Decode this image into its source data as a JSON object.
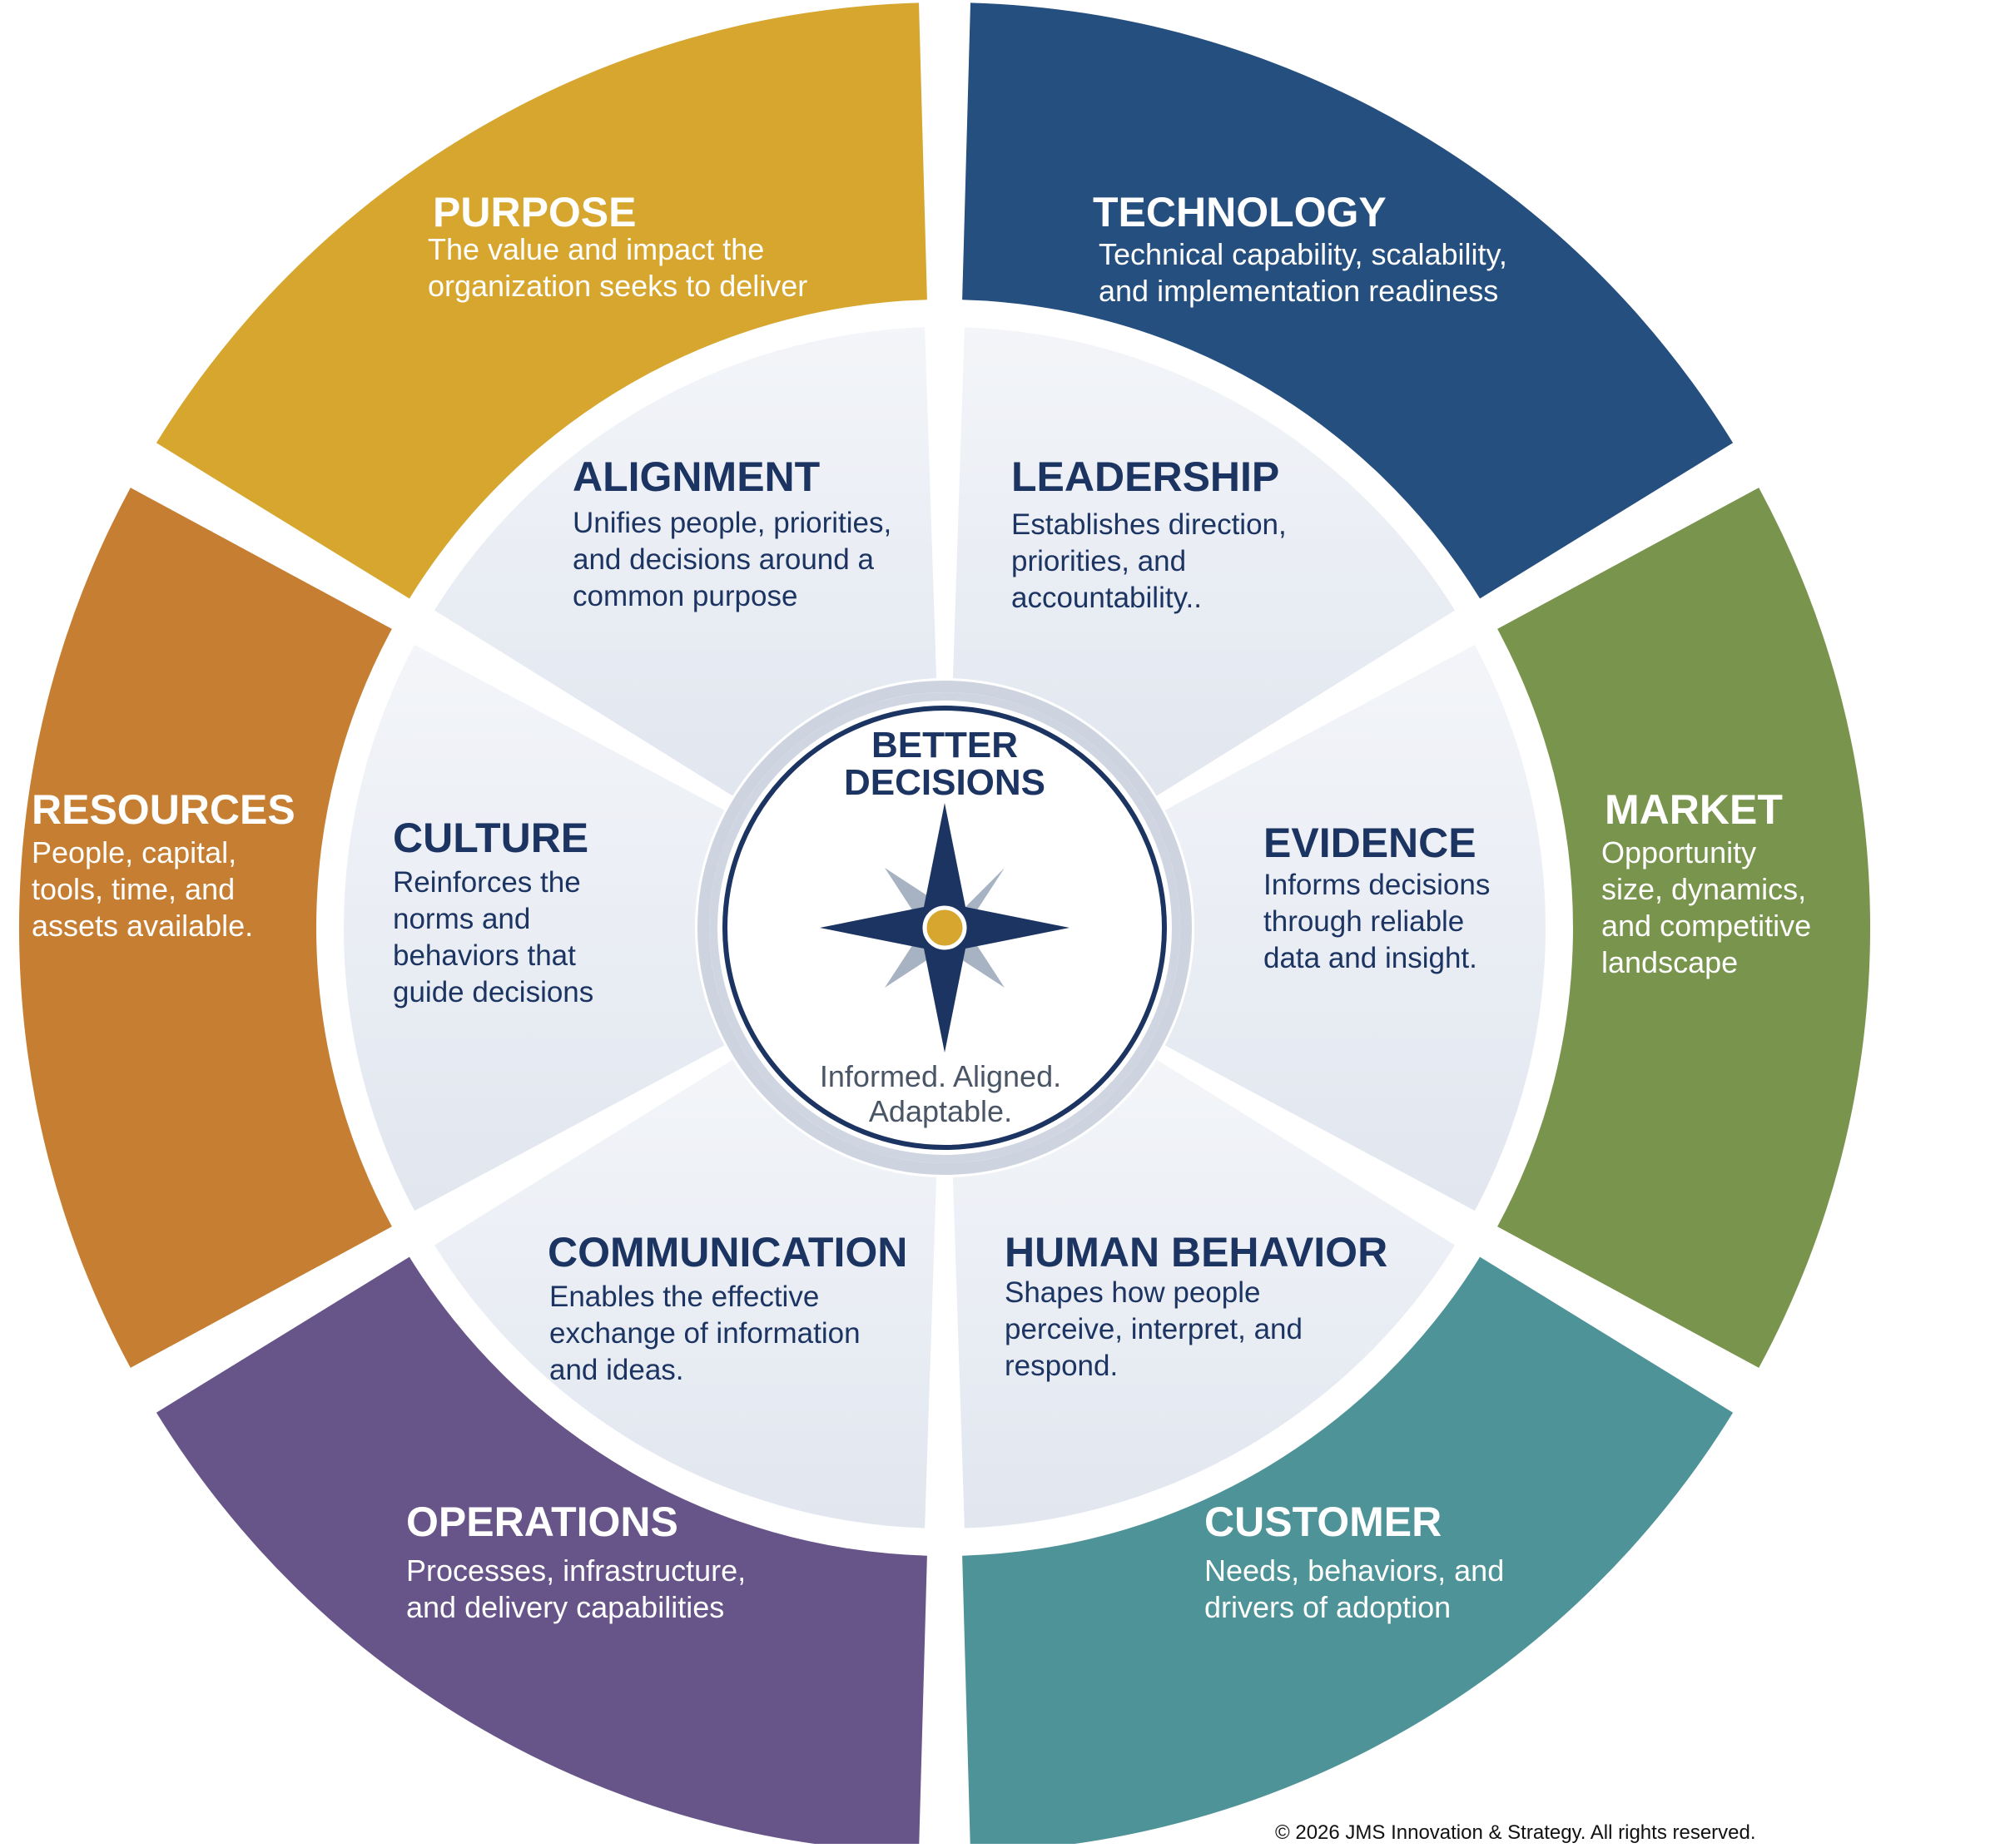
{
  "colors": {
    "purpose": "#d6a62f",
    "technology": "#254f7f",
    "market": "#79944d",
    "customer": "#4e9397",
    "operations": "#675589",
    "resources": "#c67f32",
    "inner_light": "#f3f5f9",
    "inner_dark": "#e1e6ef",
    "navy": "#1c3461",
    "gold": "#d6a62f",
    "star_secondary": "#a7b3c2"
  },
  "outer_segments": [
    {
      "title": "PURPOSE",
      "desc": [
        "The value and impact the",
        "organization seeks to deliver"
      ]
    },
    {
      "title": "TECHNOLOGY",
      "desc": [
        "Technical capability, scalability,",
        "and implementation readiness"
      ]
    },
    {
      "title": "MARKET",
      "desc": [
        "Opportunity",
        "size, dynamics,",
        "and competitive",
        "landscape"
      ]
    },
    {
      "title": "CUSTOMER",
      "desc": [
        "Needs, behaviors, and",
        "drivers of adoption"
      ]
    },
    {
      "title": "OPERATIONS",
      "desc": [
        "Processes, infrastructure,",
        "and delivery capabilities"
      ]
    },
    {
      "title": "RESOURCES",
      "desc": [
        "People, capital,",
        "tools, time, and",
        "assets available."
      ]
    }
  ],
  "inner_segments": [
    {
      "title": "ALIGNMENT",
      "desc": [
        "Unifies people, priorities,",
        "and decisions around a",
        "common purpose"
      ]
    },
    {
      "title": "LEADERSHIP",
      "desc": [
        "Establishes direction,",
        "priorities, and",
        "accountability.."
      ]
    },
    {
      "title": "EVIDENCE",
      "desc": [
        "Informs decisions",
        "through reliable",
        "data and insight."
      ]
    },
    {
      "title": "HUMAN BEHAVIOR",
      "desc": [
        "Shapes how people",
        "perceive, interpret, and",
        "respond."
      ]
    },
    {
      "title": "COMMUNICATION",
      "desc": [
        "Enables the effective",
        "exchange of information",
        "and ideas."
      ]
    },
    {
      "title": "CULTURE",
      "desc": [
        "Reinforces the",
        "norms and",
        "behaviors that",
        "guide decisions"
      ]
    }
  ],
  "center": {
    "title_line1": "BETTER",
    "title_line2": "DECISIONS",
    "tagline_line1": "Informed. Aligned.",
    "tagline_line2": "Adaptable.",
    "icon": "compass-star-icon"
  },
  "copyright": "© 2026 JMS Innovation & Strategy. All rights reserved."
}
